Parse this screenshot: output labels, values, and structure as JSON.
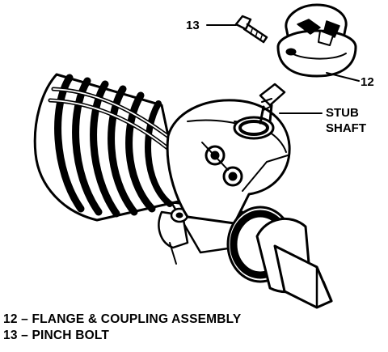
{
  "callouts": {
    "pinch_bolt_number": "13",
    "flange_number": "12",
    "stub_shaft_line1": "STUB",
    "stub_shaft_line2": "SHAFT"
  },
  "legend": [
    "12 – FLANGE & COUPLING ASSEMBLY",
    "13 – PINCH BOLT"
  ],
  "colors": {
    "ink": "#000000",
    "paper": "#ffffff"
  }
}
